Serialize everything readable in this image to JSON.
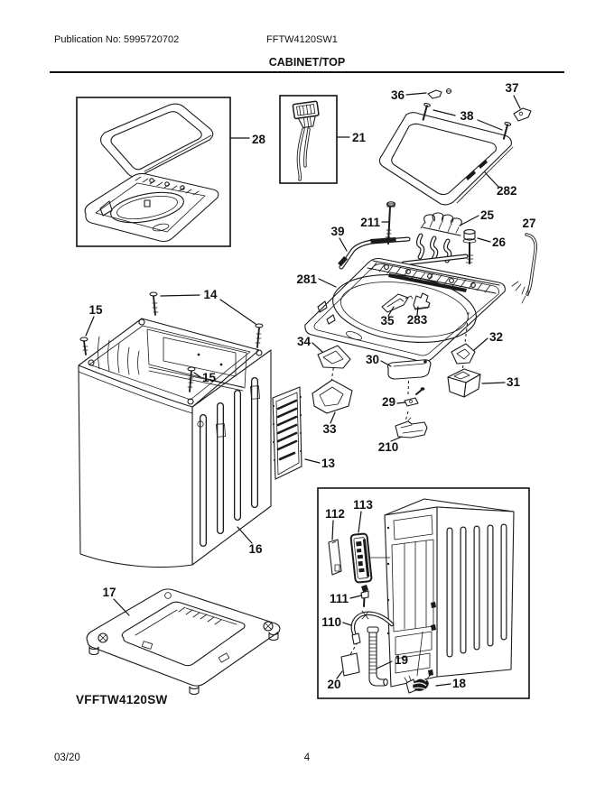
{
  "header": {
    "publication": "Publication No: 5995720702",
    "model": "FFTW4120SW1",
    "section_title": "CABINET/TOP"
  },
  "footer": {
    "date": "03/20",
    "page": "4"
  },
  "diagram": {
    "variant_label": "VFFTW4120SW",
    "labels": {
      "c13": "13",
      "c14": "14",
      "c15a": "15",
      "c15b": "15",
      "c16": "16",
      "c17": "17",
      "c18": "18",
      "c19": "19",
      "c20": "20",
      "c21": "21",
      "c25": "25",
      "c26": "26",
      "c27": "27",
      "c28": "28",
      "c29": "29",
      "c30": "30",
      "c31": "31",
      "c32": "32",
      "c33": "33",
      "c34": "34",
      "c35": "35",
      "c36": "36",
      "c37": "37",
      "c38": "38",
      "c39": "39",
      "c110": "110",
      "c111": "111",
      "c112": "112",
      "c113": "113",
      "c210": "210",
      "c211": "211",
      "c281": "281",
      "c282": "282",
      "c283": "283"
    }
  }
}
